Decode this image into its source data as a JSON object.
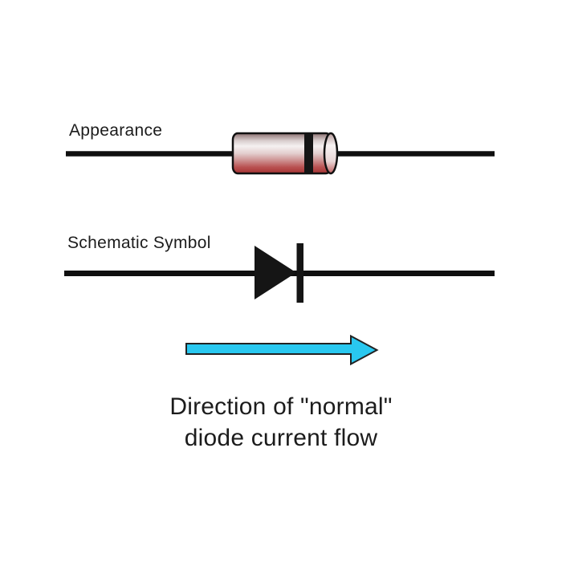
{
  "page": {
    "background": "#ffffff"
  },
  "appearance_section": {
    "label": "Appearance"
  },
  "schematic_section": {
    "label": "Schematic Symbol"
  },
  "flow_arrow": {
    "direction": "right"
  },
  "caption": {
    "line1": "Direction of \"normal\"",
    "line2": "diode current flow"
  },
  "colors": {
    "wire": "#0f0f0f",
    "text": "#1c1c1c",
    "arrow_fill": "#29c8f0",
    "arrow_outline": "#222222",
    "diode_band": "#151515",
    "diode_body_red": "#a63434",
    "diode_body_highlight": "#f5f1f1",
    "symbol_black": "#151515"
  }
}
